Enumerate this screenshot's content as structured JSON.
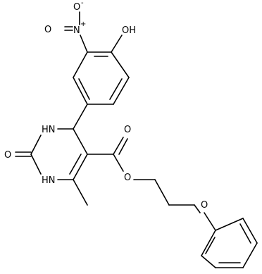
{
  "atoms": {
    "nitro_o_top": "O",
    "nitro_o_charge": "-",
    "nitro_o_left": "O",
    "nitro_n": "N",
    "nitro_n_charge": "+",
    "hydroxyl": "OH",
    "nh_upper": "HN",
    "nh_lower": "HN",
    "carbonyl_o": "O",
    "ester_o_single": "O",
    "ether_o": "O"
  }
}
